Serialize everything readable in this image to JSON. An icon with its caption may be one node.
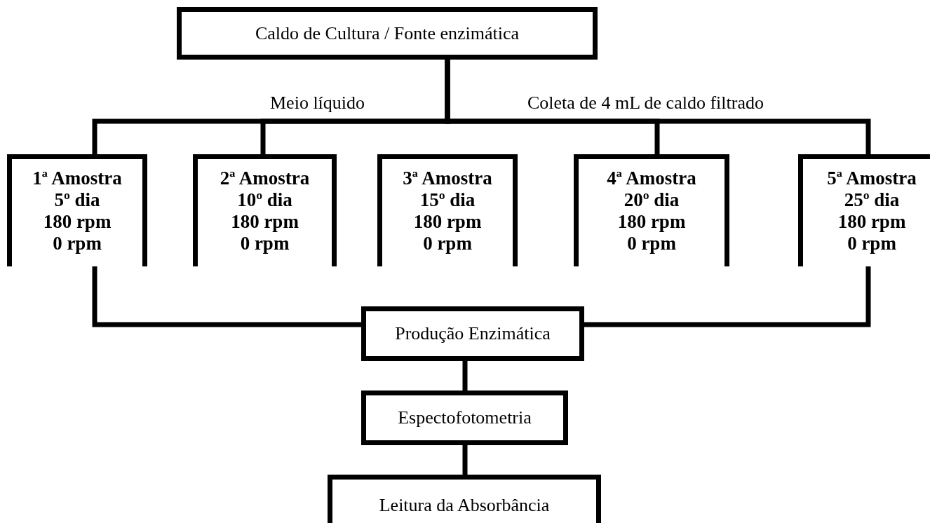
{
  "diagram": {
    "nodes": [
      {
        "text": [
          "Caldo de Cultura / Fonte enzimática"
        ]
      },
      {
        "text": [
          "1ª Amostra",
          "5º dia",
          "180 rpm",
          "0 rpm"
        ]
      },
      {
        "text": [
          "2ª Amostra",
          "10º dia",
          "180 rpm",
          "0 rpm"
        ]
      },
      {
        "text": [
          "3ª Amostra",
          "15º dia",
          "180 rpm",
          "0 rpm"
        ]
      },
      {
        "text": [
          "4ª Amostra",
          "20º dia",
          "180 rpm",
          "0 rpm"
        ]
      },
      {
        "text": [
          "5ª Amostra",
          "25º dia",
          "180 rpm",
          "0 rpm"
        ]
      },
      {
        "text": [
          "Produção Enzimática"
        ]
      },
      {
        "text": [
          "Espectofotometria"
        ]
      },
      {
        "text": [
          "Leitura da Absorbância"
        ]
      }
    ],
    "edges": [
      {
        "from": 0,
        "to": 1,
        "arrow": "none"
      },
      {
        "from": 0,
        "to": 2,
        "arrow": "none"
      },
      {
        "from": 0,
        "to": 4,
        "arrow": "none"
      },
      {
        "from": 0,
        "to": 5,
        "arrow": "none"
      },
      {
        "from": 1,
        "to": 6,
        "arrow": "none"
      },
      {
        "from": 5,
        "to": 6,
        "arrow": "none"
      },
      {
        "from": 6,
        "to": 7,
        "arrow": "none"
      },
      {
        "from": 7,
        "to": 8,
        "arrow": "none"
      }
    ],
    "labels": [
      "Meio líquido",
      "Coleta de 4 mL de caldo filtrado"
    ]
  }
}
